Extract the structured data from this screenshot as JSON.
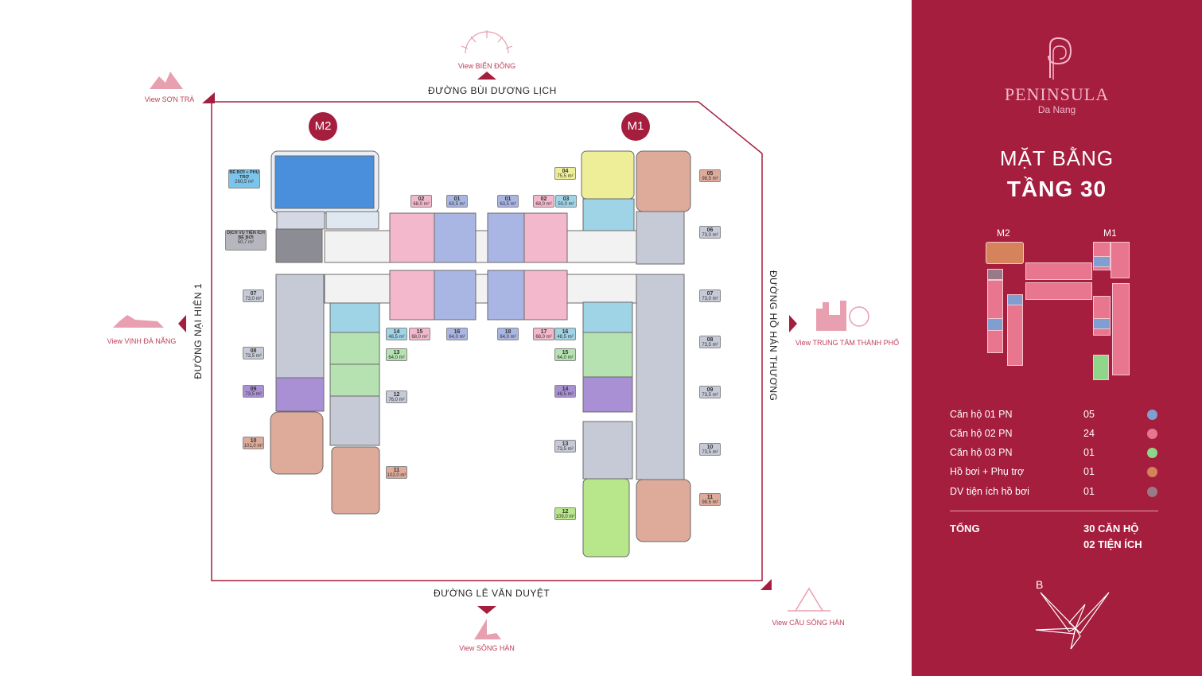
{
  "views": {
    "son_tra": "View SƠN TRÀ",
    "bien_dong": "View BIỂN ĐÔNG",
    "vinh_da_nang": "View VỊNH ĐÀ NẴNG",
    "trung_tam": "View TRUNG TÂM THÀNH PHỐ",
    "song_han": "View SÔNG HÀN",
    "cau_song_han": "View CẦU SÔNG HÀN"
  },
  "streets": {
    "top": "ĐƯỜNG BÙI DƯƠNG LỊCH",
    "bottom": "ĐƯỜNG LÊ VĂN DUYỆT",
    "left": "ĐƯỜNG NẠI HIÊN 1",
    "right": "ĐƯỜNG HỒ HÁN THƯƠNG"
  },
  "zones": {
    "m2": "M2",
    "m1": "M1"
  },
  "amenities": {
    "pool": "BỂ BƠI + PHỤ TRỢ",
    "pool_area": "260,5 m²",
    "service": "DỊCH VỤ TIỆN ÍCH BỂ BƠI",
    "service_area": "50,7 m²"
  },
  "unit_tags": [
    {
      "n": "02",
      "a": "68,0 m²"
    },
    {
      "n": "01",
      "a": "63,5 m²"
    },
    {
      "n": "01",
      "a": "63,5 m²"
    },
    {
      "n": "02",
      "a": "68,0 m²"
    },
    {
      "n": "03",
      "a": "50,0 m²"
    },
    {
      "n": "04",
      "a": "75,5 m²"
    },
    {
      "n": "05",
      "a": "98,5 m²"
    },
    {
      "n": "06",
      "a": "73,0 m²"
    },
    {
      "n": "07",
      "a": "73,0 m²"
    },
    {
      "n": "08",
      "a": "73,5 m²"
    },
    {
      "n": "09",
      "a": "73,5 m²"
    },
    {
      "n": "10",
      "a": "73,5 m²"
    },
    {
      "n": "11",
      "a": "98,5 m²"
    },
    {
      "n": "12",
      "a": "109,0 m²"
    },
    {
      "n": "13",
      "a": "73,5 m²"
    },
    {
      "n": "14",
      "a": "48,5 m²"
    },
    {
      "n": "15",
      "a": "64,0 m²"
    },
    {
      "n": "16",
      "a": "48,5 m²"
    },
    {
      "n": "17",
      "a": "68,0 m²"
    },
    {
      "n": "18",
      "a": "64,0 m²"
    },
    {
      "n": "16",
      "a": "64,0 m²"
    },
    {
      "n": "15",
      "a": "68,0 m²"
    },
    {
      "n": "14",
      "a": "48,5 m²"
    },
    {
      "n": "13",
      "a": "64,0 m²"
    },
    {
      "n": "12",
      "a": "76,0 m²"
    },
    {
      "n": "11",
      "a": "102,0 m²"
    },
    {
      "n": "10",
      "a": "101,0 m²"
    },
    {
      "n": "09",
      "a": "73,5 m²"
    },
    {
      "n": "08",
      "a": "73,5 m²"
    },
    {
      "n": "07",
      "a": "73,0 m²"
    }
  ],
  "brand": {
    "name": "PENINSULA",
    "city": "Da Nang"
  },
  "title": {
    "line1": "MẶT BẰNG",
    "line2": "TẦNG 30"
  },
  "mini_labels": {
    "m2": "M2",
    "m1": "M1"
  },
  "legend": [
    {
      "label": "Căn hộ 01 PN",
      "count": "05",
      "color": "#7f9fd0"
    },
    {
      "label": "Căn hộ 02 PN",
      "count": "24",
      "color": "#e8768f"
    },
    {
      "label": "Căn hộ 03 PN",
      "count": "01",
      "color": "#8fd58a"
    },
    {
      "label": "Hồ bơi + Phụ trợ",
      "count": "01",
      "color": "#d4835a"
    },
    {
      "label": "DV tiện ích hồ bơi",
      "count": "01",
      "color": "#9a7a86"
    }
  ],
  "total": {
    "label": "TỔNG",
    "line1": "30 CĂN HỘ",
    "line2": "02 TIỆN ÍCH"
  },
  "compass": "B"
}
